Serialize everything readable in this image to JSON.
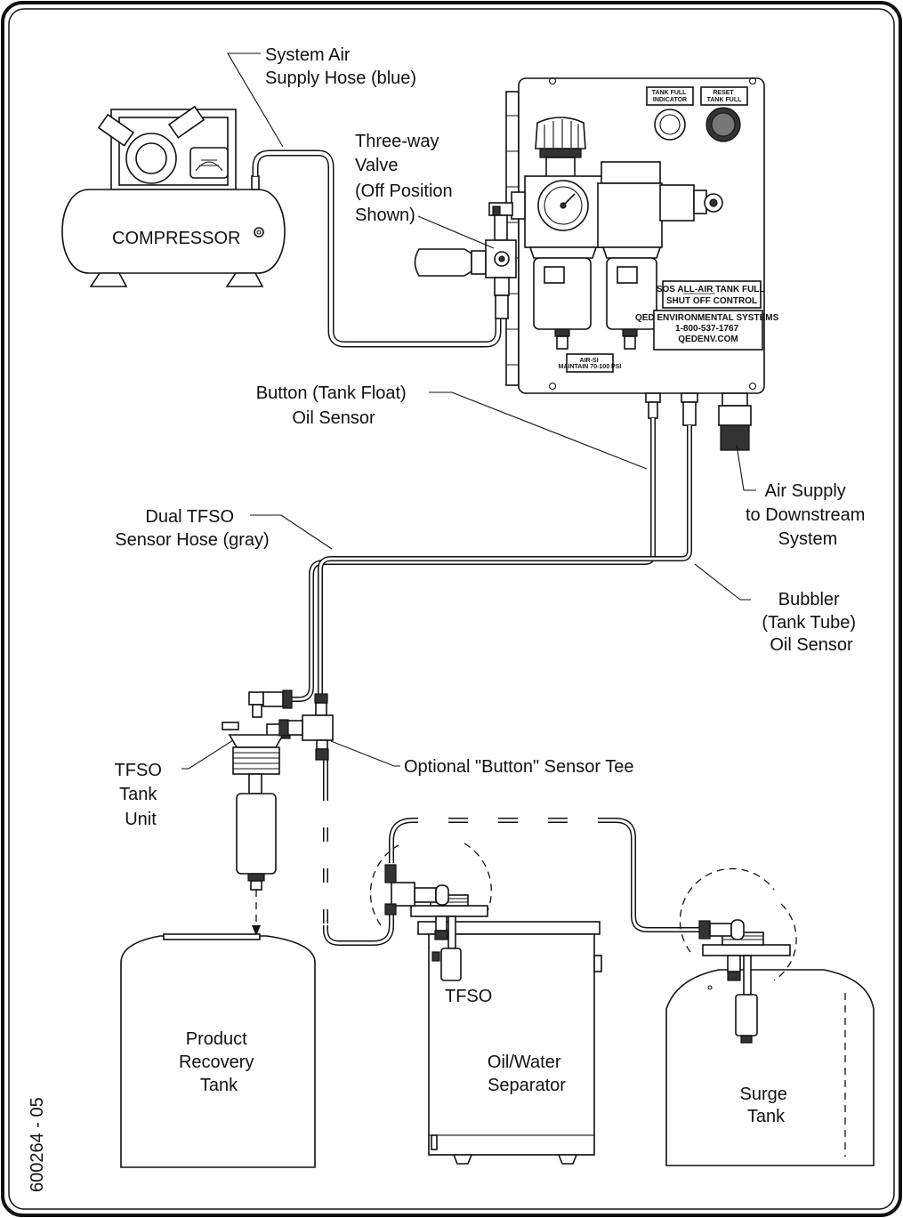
{
  "labels": {
    "system_air_hose": [
      "System Air",
      "Supply Hose (blue)"
    ],
    "three_way_valve": [
      "Three-way",
      "Valve",
      "(Off Position",
      "Shown)"
    ],
    "compressor": "COMPRESSOR",
    "button_sensor": [
      "Button (Tank Float)",
      "Oil Sensor"
    ],
    "dual_hose": [
      "Dual TFSO",
      "Sensor Hose (gray)"
    ],
    "air_supply_downstream": [
      "Air Supply",
      "to Downstream",
      "System"
    ],
    "bubbler": [
      "Bubbler",
      "(Tank Tube)",
      "Oil Sensor"
    ],
    "tfso_tank_unit": [
      "TFSO",
      "Tank",
      "Unit"
    ],
    "optional_tee": "Optional \"Button\" Sensor Tee",
    "product_tank": [
      "Product",
      "Recovery",
      "Tank"
    ],
    "tfso": "TFSO",
    "separator": [
      "Oil/Water",
      "Separator"
    ],
    "surge_tank": [
      "Surge",
      "Tank"
    ],
    "part_number": "600264 - 05"
  },
  "panel": {
    "indicator_label": [
      "TANK FULL",
      "INDICATOR"
    ],
    "reset_label": [
      "RESET",
      "TANK FULL"
    ],
    "control_title": [
      "SOS ALL-AIR TANK FULL",
      "SHUT OFF CONTROL"
    ],
    "company": [
      "QED ENVIRONMENTAL SYSTEMS",
      "1-800-537-1767",
      "QEDENV.COM"
    ],
    "small_plate": [
      "AIR-SI",
      "MAINTAIN 70-100 PSI"
    ]
  }
}
